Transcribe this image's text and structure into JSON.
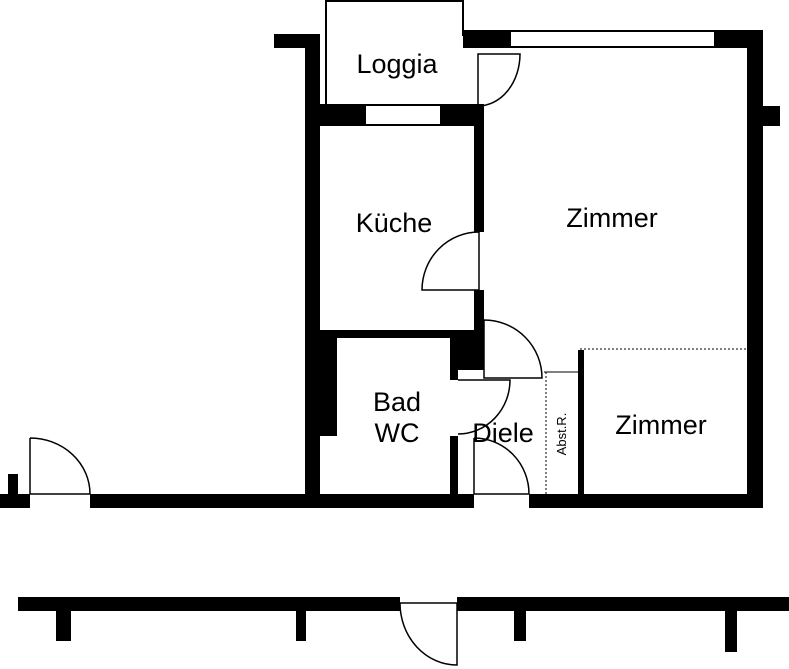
{
  "rooms": {
    "loggia": "Loggia",
    "kitchen": "Küche",
    "living": "Zimmer",
    "bedroom": "Zimmer",
    "bath_line1": "Bad",
    "bath_line2": "WC",
    "hall": "Diele",
    "storage": "Abst.R."
  },
  "colors": {
    "wall": "#000000",
    "background": "#ffffff"
  }
}
